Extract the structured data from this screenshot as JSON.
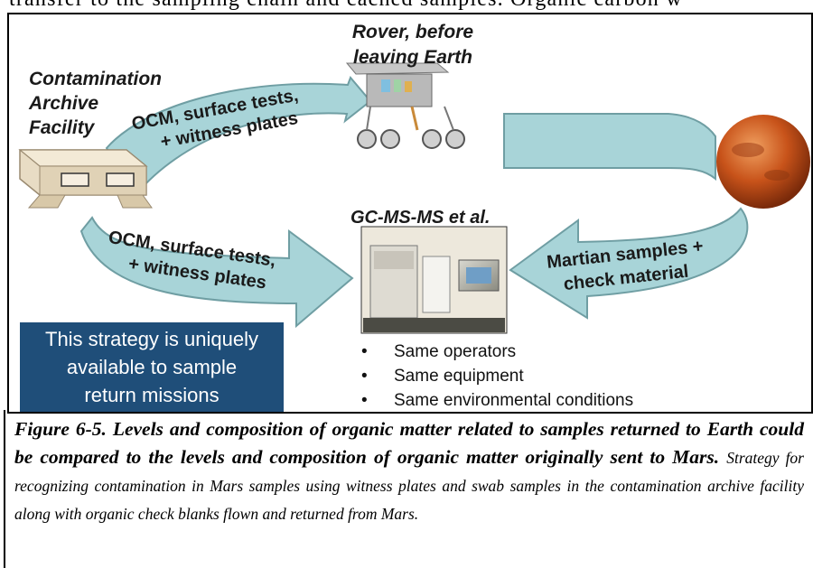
{
  "page": {
    "top_text": "transfer to the sampling chain and cached samples. Organic carbon w"
  },
  "diagram": {
    "rover_title_line1": "Rover, before",
    "rover_title_line2": "leaving Earth",
    "facility_line1": "Contamination",
    "facility_line2": "Archive",
    "facility_line3": "Facility",
    "arrow_upper_line1": "OCM, surface tests,",
    "arrow_upper_line2": "+ witness plates",
    "arrow_lower_line1": "OCM, surface tests,",
    "arrow_lower_line2": "+ witness plates",
    "gcms_title": "GC-MS-MS et al.",
    "mars_arrow_line1": "Martian samples +",
    "mars_arrow_line2": "check material",
    "strategy_box": "This strategy is uniquely available to sample return missions",
    "bullets": [
      "Same operators",
      "Same equipment",
      "Same environmental conditions"
    ],
    "colors": {
      "arrow_fill": "#a8d4d8",
      "arrow_stroke": "#6f9ea3",
      "strategy_box": "#1f4e79",
      "mars": "#c8531a"
    }
  },
  "caption": {
    "bold": "Figure 6-5. Levels and composition of organic matter related to samples returned to Earth could be compared to the levels and composition of organic matter originally sent to Mars.",
    "italic": "Strategy for recognizing contamination in Mars samples using witness plates and swab samples in the contamination archive facility along with organic check blanks flown and returned from Mars."
  }
}
